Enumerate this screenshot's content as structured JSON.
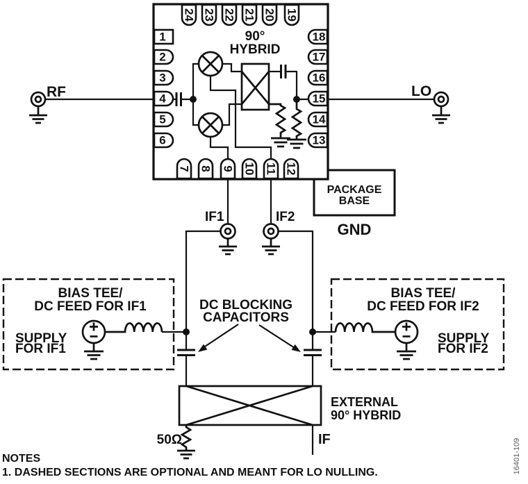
{
  "figure_id": "16401-109",
  "colors": {
    "line": "#111111",
    "background": "#ffffff",
    "figure_id_text": "#595959"
  },
  "chip": {
    "hybrid_label": {
      "line1": "90°",
      "line2": "HYBRID"
    },
    "pins": {
      "top": [
        "24",
        "23",
        "22",
        "21",
        "20",
        "19"
      ],
      "left": [
        "1",
        "2",
        "3",
        "4",
        "5",
        "6"
      ],
      "right": [
        "18",
        "17",
        "16",
        "15",
        "14",
        "13"
      ],
      "bottom": [
        "7",
        "8",
        "9",
        "10",
        "11",
        "12"
      ]
    }
  },
  "ports": {
    "rf": "RF",
    "lo": "LO",
    "if1": "IF1",
    "if2": "IF2",
    "if_output": "IF"
  },
  "package_base": {
    "line1": "PACKAGE",
    "line2": "BASE",
    "ground": "GND"
  },
  "bias_tee_left": {
    "title_line1": "BIAS TEE/",
    "title_line2": "DC FEED FOR IF1",
    "supply_line1": "SUPPLY",
    "supply_line2": "FOR IF1"
  },
  "bias_tee_right": {
    "title_line1": "BIAS TEE/",
    "title_line2": "DC FEED FOR IF2",
    "supply_line1": "SUPPLY",
    "supply_line2": "FOR IF2"
  },
  "dc_blocking": {
    "line1": "DC BLOCKING",
    "line2": "CAPACITORS"
  },
  "external_hybrid": {
    "line1": "EXTERNAL",
    "line2": "90° HYBRID"
  },
  "termination": "50Ω",
  "notes": {
    "heading": "NOTES",
    "items": [
      "1. DASHED SECTIONS ARE OPTIONAL AND MEANT FOR LO NULLING."
    ]
  }
}
